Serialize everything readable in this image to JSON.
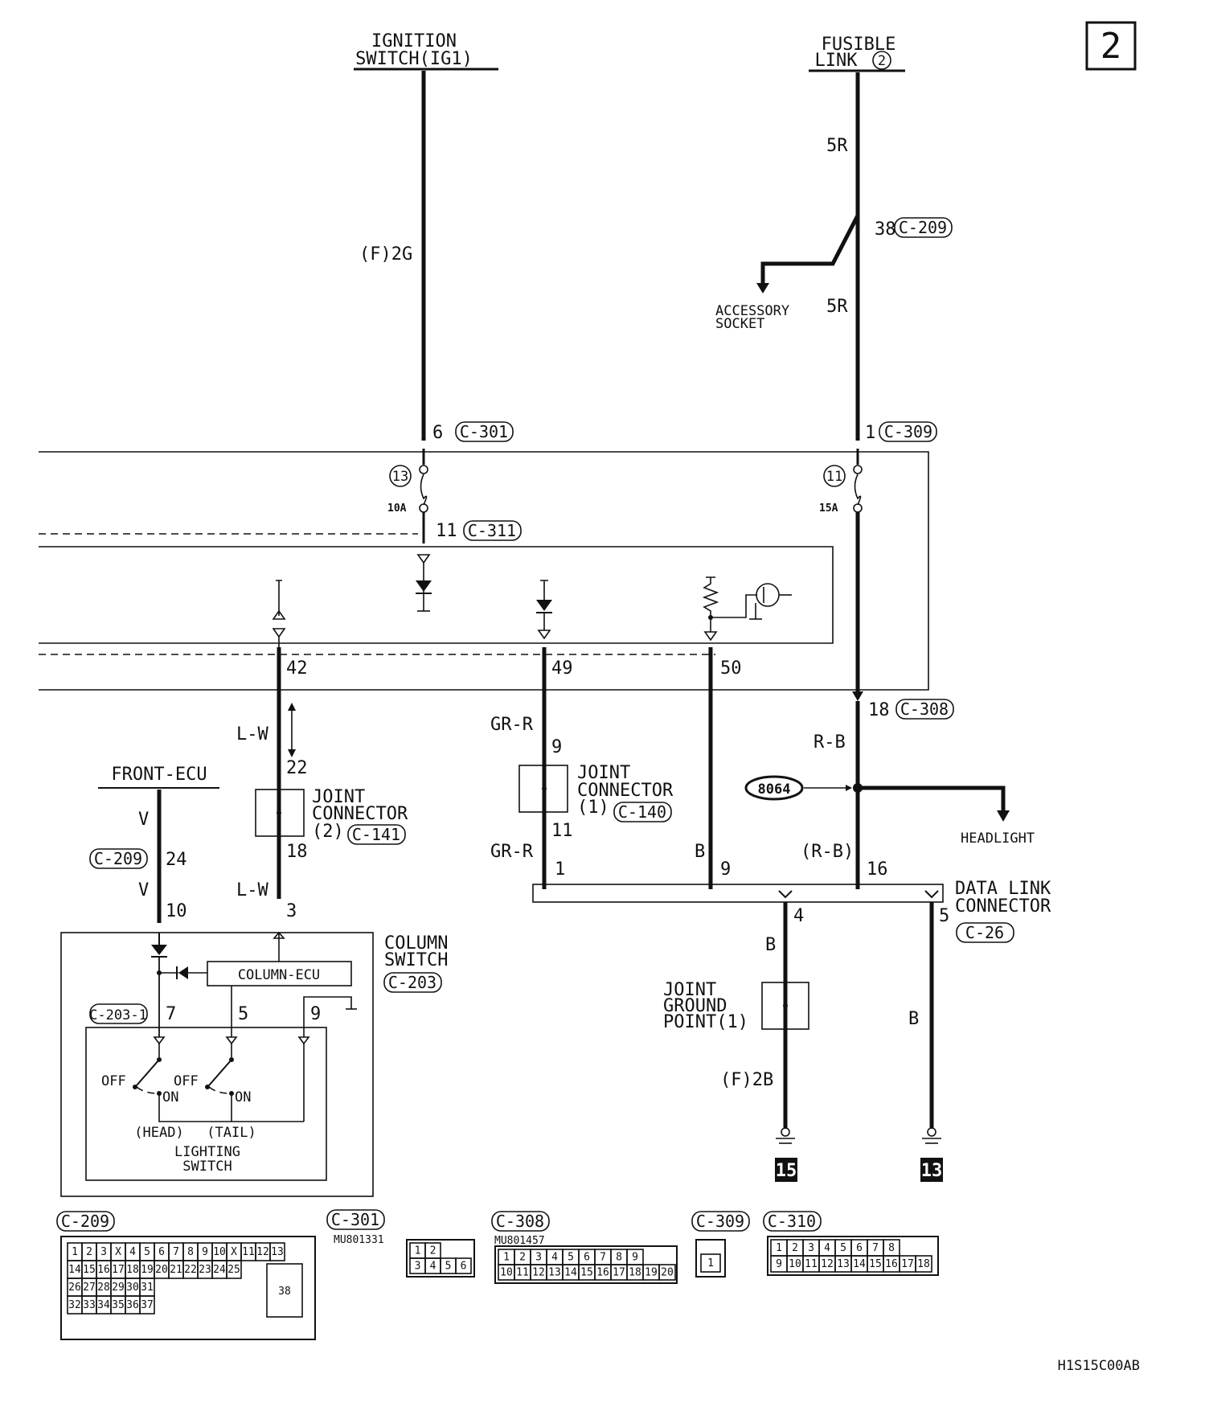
{
  "page_number": "2",
  "doc_code": "H1S15C00AB",
  "top_sources": {
    "ignition": [
      "IGNITION",
      "SWITCH(IG1)"
    ],
    "fusible": [
      "FUSIBLE",
      "LINK"
    ],
    "fusible_number": "2"
  },
  "wires": {
    "f2g": "(F)2G",
    "r5_top": "5R",
    "r5_mid": "5R",
    "lw_1": "L-W",
    "lw_2": "L-W",
    "grr_1": "GR-R",
    "grr_2": "GR-R",
    "b_9": "B",
    "rb_1": "R-B",
    "rb_2": "(R-B)",
    "v_1": "V",
    "v_2": "V",
    "b_gnd1": "B",
    "b_gnd2": "B",
    "f2b": "(F)2B"
  },
  "pins": {
    "p38": "38",
    "p6": "6",
    "p1": "1",
    "p11": "11",
    "p42": "42",
    "p49": "49",
    "p50": "50",
    "p18": "18",
    "p22": "22",
    "p9a": "9",
    "p11b": "11",
    "p18b": "18",
    "p24": "24",
    "p10": "10",
    "p3": "3",
    "p1b": "1",
    "p9b": "9",
    "p16": "16",
    "p4": "4",
    "p5": "5",
    "p7": "7",
    "p5b": "5",
    "p9c": "9"
  },
  "connectors": {
    "c209": "C-209",
    "c301": "C-301",
    "c309": "C-309",
    "c311": "C-311",
    "c308": "C-308",
    "c141": "C-141",
    "c140": "C-140",
    "c26": "C-26",
    "c203": "C-203",
    "c2031": "C-203-1",
    "c209b": "C-209"
  },
  "fuses": [
    {
      "number": "13",
      "rating": "10A"
    },
    {
      "number": "11",
      "rating": "15A"
    }
  ],
  "labels": {
    "accessory": [
      "ACCESSORY",
      "SOCKET"
    ],
    "front_ecu": "FRONT-ECU",
    "joint2": [
      "JOINT",
      "CONNECTOR",
      "(2)"
    ],
    "joint1": [
      "JOINT",
      "CONNECTOR",
      "(1)"
    ],
    "splice": "8064",
    "headlight": "HEADLIGHT",
    "data_link": [
      "DATA LINK",
      "CONNECTOR"
    ],
    "column_switch": [
      "COLUMN",
      "SWITCH"
    ],
    "column_ecu": "COLUMN-ECU",
    "joint_ground": [
      "JOINT",
      "GROUND",
      "POINT(1)"
    ],
    "off1": "OFF",
    "on1": "ON",
    "off2": "OFF",
    "on2": "ON",
    "head": "(HEAD)",
    "tail": "(TAIL)",
    "lighting_switch": [
      "LIGHTING",
      "SWITCH"
    ],
    "ground_15": "15",
    "ground_13": "13"
  },
  "connector_views": {
    "c209": {
      "title": "C-209",
      "rows": [
        [
          "1",
          "2",
          "3",
          "X",
          "4",
          "5",
          "6",
          "7",
          "8",
          "9",
          "10",
          "X",
          "11",
          "12",
          "13"
        ],
        [
          "14",
          "15",
          "16",
          "17",
          "18",
          "19",
          "20",
          "21",
          "22",
          "23",
          "24",
          "25"
        ],
        [
          "26",
          "27",
          "28",
          "29",
          "30",
          "31"
        ],
        [
          "32",
          "33",
          "34",
          "35",
          "36",
          "37"
        ]
      ],
      "big": "38"
    },
    "c301": {
      "title": "C-301",
      "part": "MU801331",
      "rows": [
        [
          "1",
          "2"
        ],
        [
          "3",
          "4",
          "5",
          "6"
        ]
      ]
    },
    "c308": {
      "title": "C-308",
      "part": "MU801457",
      "rows": [
        [
          "1",
          "2",
          "3",
          "4",
          "5",
          "6",
          "7",
          "8",
          "9"
        ],
        [
          "10",
          "11",
          "12",
          "13",
          "14",
          "15",
          "16",
          "17",
          "18",
          "19",
          "20"
        ]
      ]
    },
    "c309": {
      "title": "C-309",
      "rows": [
        [
          "1"
        ]
      ]
    },
    "c310": {
      "title": "C-310",
      "rows": [
        [
          "1",
          "2",
          "3",
          "4",
          "5",
          "6",
          "7",
          "8"
        ],
        [
          "9",
          "10",
          "11",
          "12",
          "13",
          "14",
          "15",
          "16",
          "17",
          "18"
        ]
      ]
    }
  }
}
